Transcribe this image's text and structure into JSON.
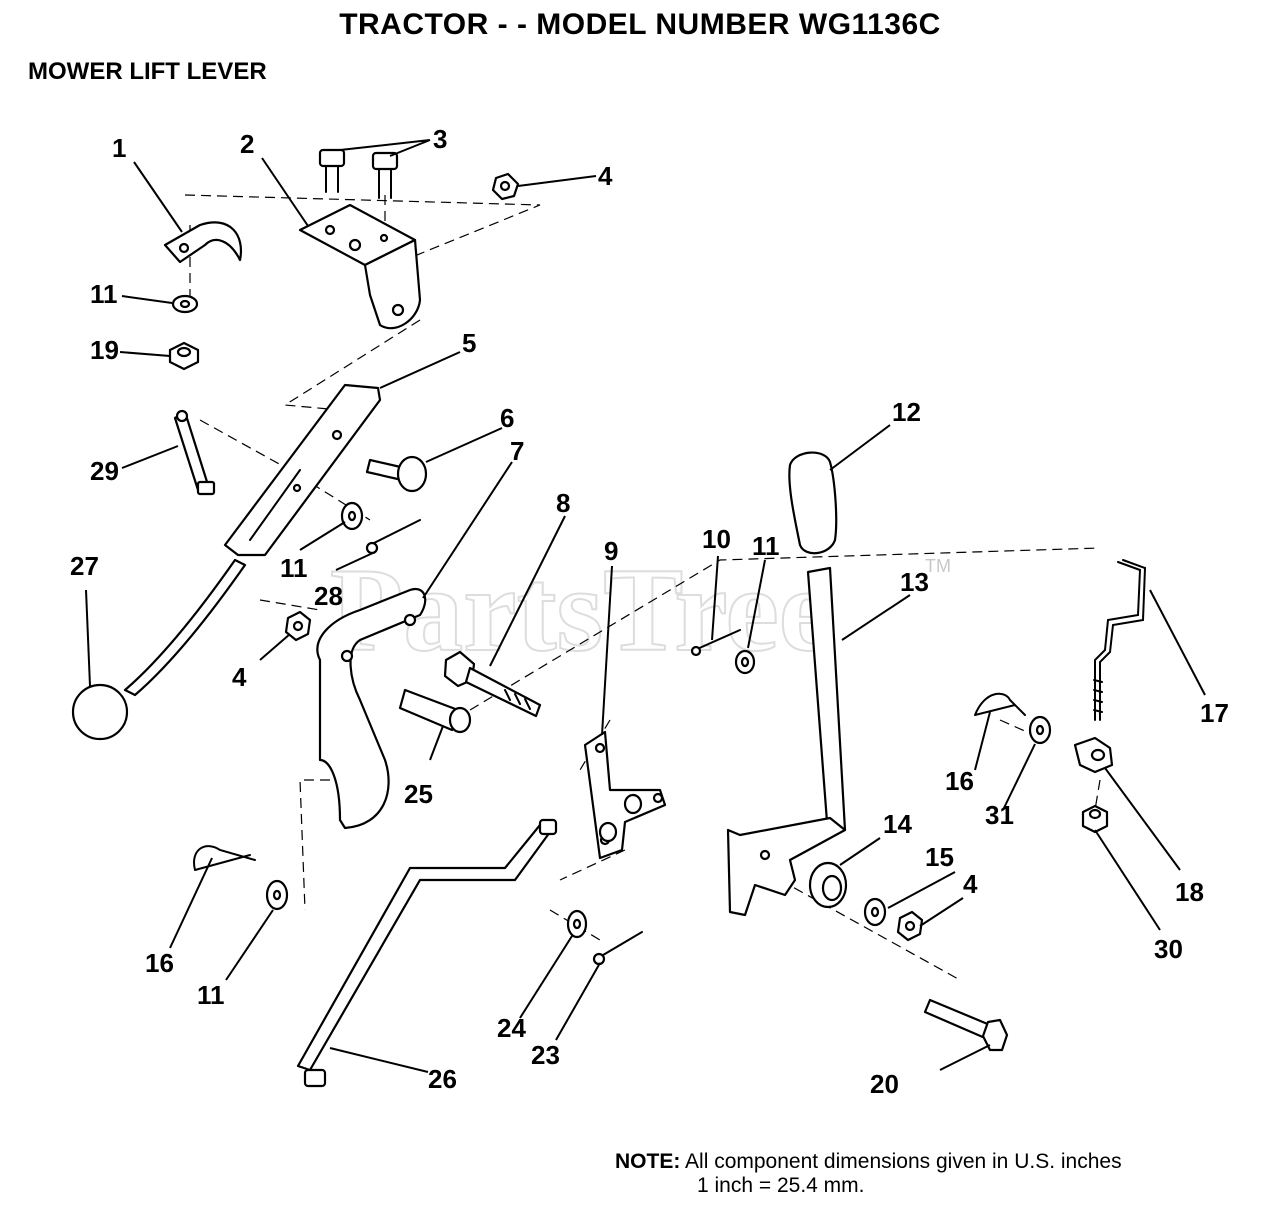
{
  "header": {
    "title": "TRACTOR - - MODEL NUMBER  WG1136C",
    "subtitle": "MOWER LIFT LEVER"
  },
  "watermark": {
    "text": "PartsTree",
    "tm": "TM"
  },
  "callouts": {
    "c1": "1",
    "c2": "2",
    "c3": "3",
    "c4a": "4",
    "c4b": "4",
    "c4c": "4",
    "c5": "5",
    "c6": "6",
    "c7": "7",
    "c8": "8",
    "c9": "9",
    "c10": "10",
    "c11a": "11",
    "c11b": "11",
    "c11c": "11",
    "c11d": "11",
    "c12": "12",
    "c13": "13",
    "c14": "14",
    "c15": "15",
    "c16a": "16",
    "c16b": "16",
    "c17": "17",
    "c18": "18",
    "c19": "19",
    "c20": "20",
    "c23": "23",
    "c24": "24",
    "c25": "25",
    "c26": "26",
    "c27": "27",
    "c28": "28",
    "c29": "29",
    "c30": "30",
    "c31": "31"
  },
  "note": {
    "label": "NOTE:",
    "line1": "All component dimensions given in U.S. inches",
    "line2": "1 inch = 25.4 mm."
  }
}
